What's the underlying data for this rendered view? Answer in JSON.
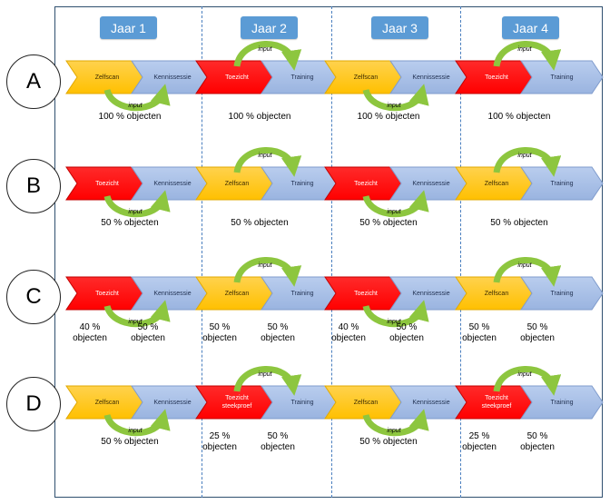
{
  "years": [
    "Jaar 1",
    "Jaar 2",
    "Jaar 3",
    "Jaar 4"
  ],
  "colors": {
    "frame": "#2f4f6f",
    "divider": "#4a7fbf",
    "year_box": "#5b9bd5",
    "zelfscan": "#ffc000",
    "toezicht": "#ff0000",
    "blue_chevron": "#9ab4e0",
    "input_arrow": "#8dc63f"
  },
  "arrow_label": "input",
  "rows": [
    {
      "id": "A",
      "blocks": [
        {
          "first": "Zelfscan",
          "first_kind": "zelfscan",
          "second": "Kennissessie",
          "arrow": "below",
          "labels": [
            "100 % objecten"
          ]
        },
        {
          "first": "Toezicht",
          "first_kind": "toezicht",
          "second": "Training",
          "arrow": "above",
          "labels": [
            "100 % objecten"
          ]
        },
        {
          "first": "Zelfscan",
          "first_kind": "zelfscan",
          "second": "Kennissessie",
          "arrow": "below",
          "labels": [
            "100 % objecten"
          ]
        },
        {
          "first": "Toezicht",
          "first_kind": "toezicht",
          "second": "Training",
          "arrow": "above",
          "labels": [
            "100 % objecten"
          ]
        }
      ]
    },
    {
      "id": "B",
      "blocks": [
        {
          "first": "Toezicht",
          "first_kind": "toezicht",
          "second": "Kennissessie",
          "arrow": "below",
          "labels": [
            "50 % objecten"
          ]
        },
        {
          "first": "Zelfscan",
          "first_kind": "zelfscan",
          "second": "Training",
          "arrow": "above",
          "labels": [
            "50 % objecten"
          ]
        },
        {
          "first": "Toezicht",
          "first_kind": "toezicht",
          "second": "Kennissessie",
          "arrow": "below",
          "labels": [
            "50 % objecten"
          ]
        },
        {
          "first": "Zelfscan",
          "first_kind": "zelfscan",
          "second": "Training",
          "arrow": "above",
          "labels": [
            "50 % objecten"
          ]
        }
      ]
    },
    {
      "id": "C",
      "blocks": [
        {
          "first": "Toezicht",
          "first_kind": "toezicht",
          "second": "Kennissessie",
          "arrow": "below",
          "labels": [
            "40 %\nobjecten",
            "50 %\nobjecten"
          ]
        },
        {
          "first": "Zelfscan",
          "first_kind": "zelfscan",
          "second": "Training",
          "arrow": "above",
          "labels": [
            "50 %\nobjecten",
            "50 %\nobjecten"
          ]
        },
        {
          "first": "Toezicht",
          "first_kind": "toezicht",
          "second": "Kennissessie",
          "arrow": "below",
          "labels": [
            "40 %\nobjecten",
            "50 %\nobjecten"
          ]
        },
        {
          "first": "Zelfscan",
          "first_kind": "zelfscan",
          "second": "Training",
          "arrow": "above",
          "labels": [
            "50 %\nobjecten",
            "50 %\nobjecten"
          ]
        }
      ]
    },
    {
      "id": "D",
      "blocks": [
        {
          "first": "Zelfscan",
          "first_kind": "zelfscan",
          "second": "Kennissessie",
          "arrow": "below",
          "labels": [
            "50 % objecten"
          ]
        },
        {
          "first": "Toezicht\nsteekproef",
          "first_kind": "toezicht",
          "second": "Training",
          "arrow": "above",
          "labels": [
            "25 %\nobjecten",
            "50 %\nobjecten"
          ]
        },
        {
          "first": "Zelfscan",
          "first_kind": "zelfscan",
          "second": "Kennissessie",
          "arrow": "below",
          "labels": [
            "50 % objecten"
          ]
        },
        {
          "first": "Toezicht\nsteekproef",
          "first_kind": "toezicht",
          "second": "Training",
          "arrow": "above",
          "labels": [
            "25 %\nobjecten",
            "50 %\nobjecten"
          ]
        }
      ]
    }
  ]
}
